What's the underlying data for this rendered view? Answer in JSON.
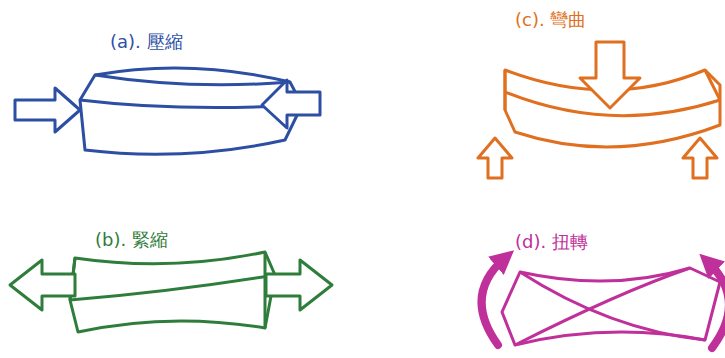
{
  "diagram": {
    "labels": [
      "(a). 壓縮",
      "(c). 彎曲",
      "(b). 緊縮",
      "(d). 扭轉"
    ]
  }
}
